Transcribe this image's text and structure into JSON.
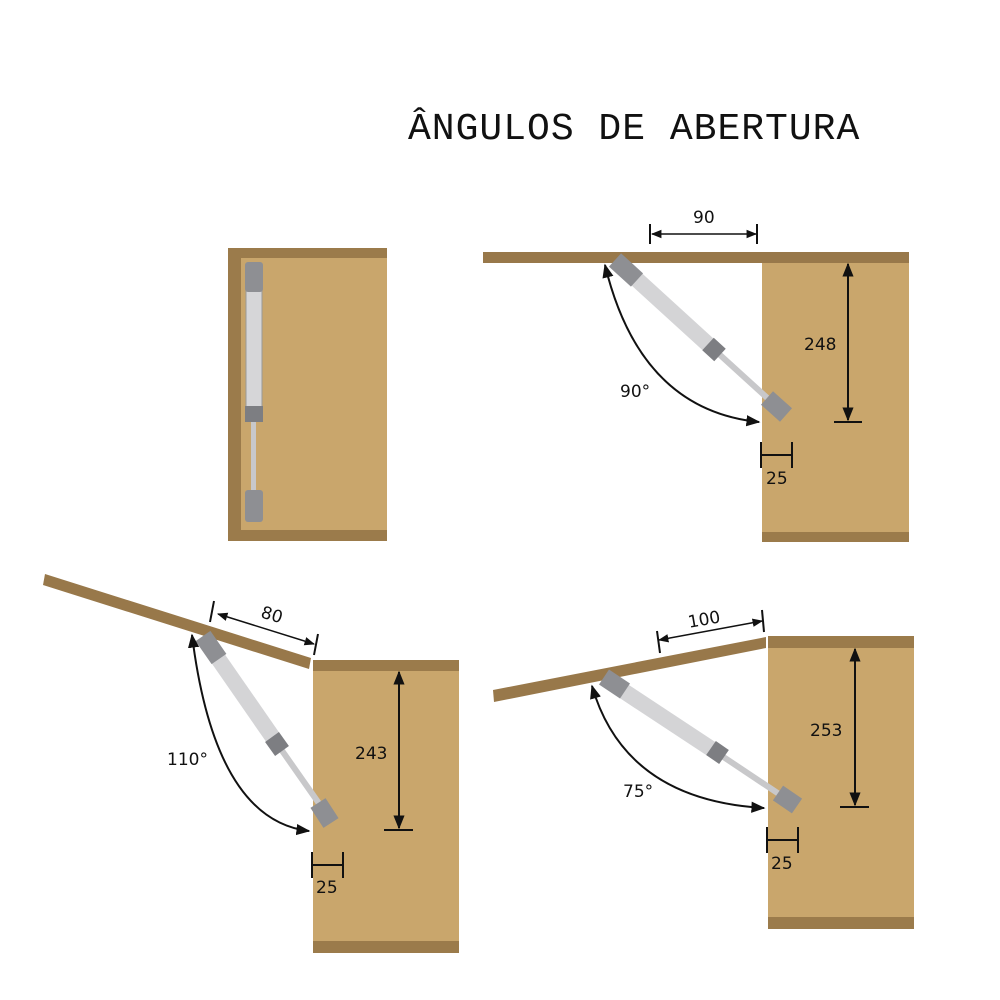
{
  "title": "ÂNGULOS DE ABERTURA",
  "colors": {
    "cabinet_fill": "#c9a66c",
    "panel_dark": "#9b7b4b",
    "door": "#98784a",
    "strut_body": "#d4d4d6",
    "strut_cap": "#8e8f93",
    "line": "#111111"
  },
  "diagrams": [
    {
      "id": "closed",
      "label": "closed-position"
    },
    {
      "id": "open-90",
      "angle": "90°",
      "offset_top": "90",
      "height": "248",
      "offset_side": "25"
    },
    {
      "id": "open-110",
      "angle": "110°",
      "offset_top": "80",
      "height": "243",
      "offset_side": "25"
    },
    {
      "id": "open-75",
      "angle": "75°",
      "offset_top": "100",
      "height": "253",
      "offset_side": "25"
    }
  ]
}
